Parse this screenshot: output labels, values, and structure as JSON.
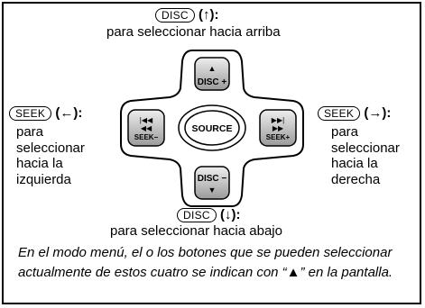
{
  "top": {
    "pill": "DISC",
    "arrow": "(↑):",
    "desc": "para seleccionar hacia arriba"
  },
  "left": {
    "pill": "SEEK",
    "arrow": "(←):",
    "desc": [
      "para",
      "seleccionar",
      "hacia la",
      "izquierda"
    ]
  },
  "right": {
    "pill": "SEEK",
    "arrow": "(→):",
    "desc": [
      "para",
      "seleccionar",
      "hacia la",
      "derecha"
    ]
  },
  "bottom": {
    "pill": "DISC",
    "arrow": "(↓):",
    "desc": "para seleccionar hacia abajo"
  },
  "buttons": {
    "disc_up": "DISC +",
    "disc_down": "DISC −",
    "seek_left": "SEEK−",
    "seek_right": "SEEK+",
    "source": "SOURCE"
  },
  "note": "En el modo menú, el o los botones que se pueden seleccionar actualmente de estos cuatro se indican con “▲” en la pantalla."
}
